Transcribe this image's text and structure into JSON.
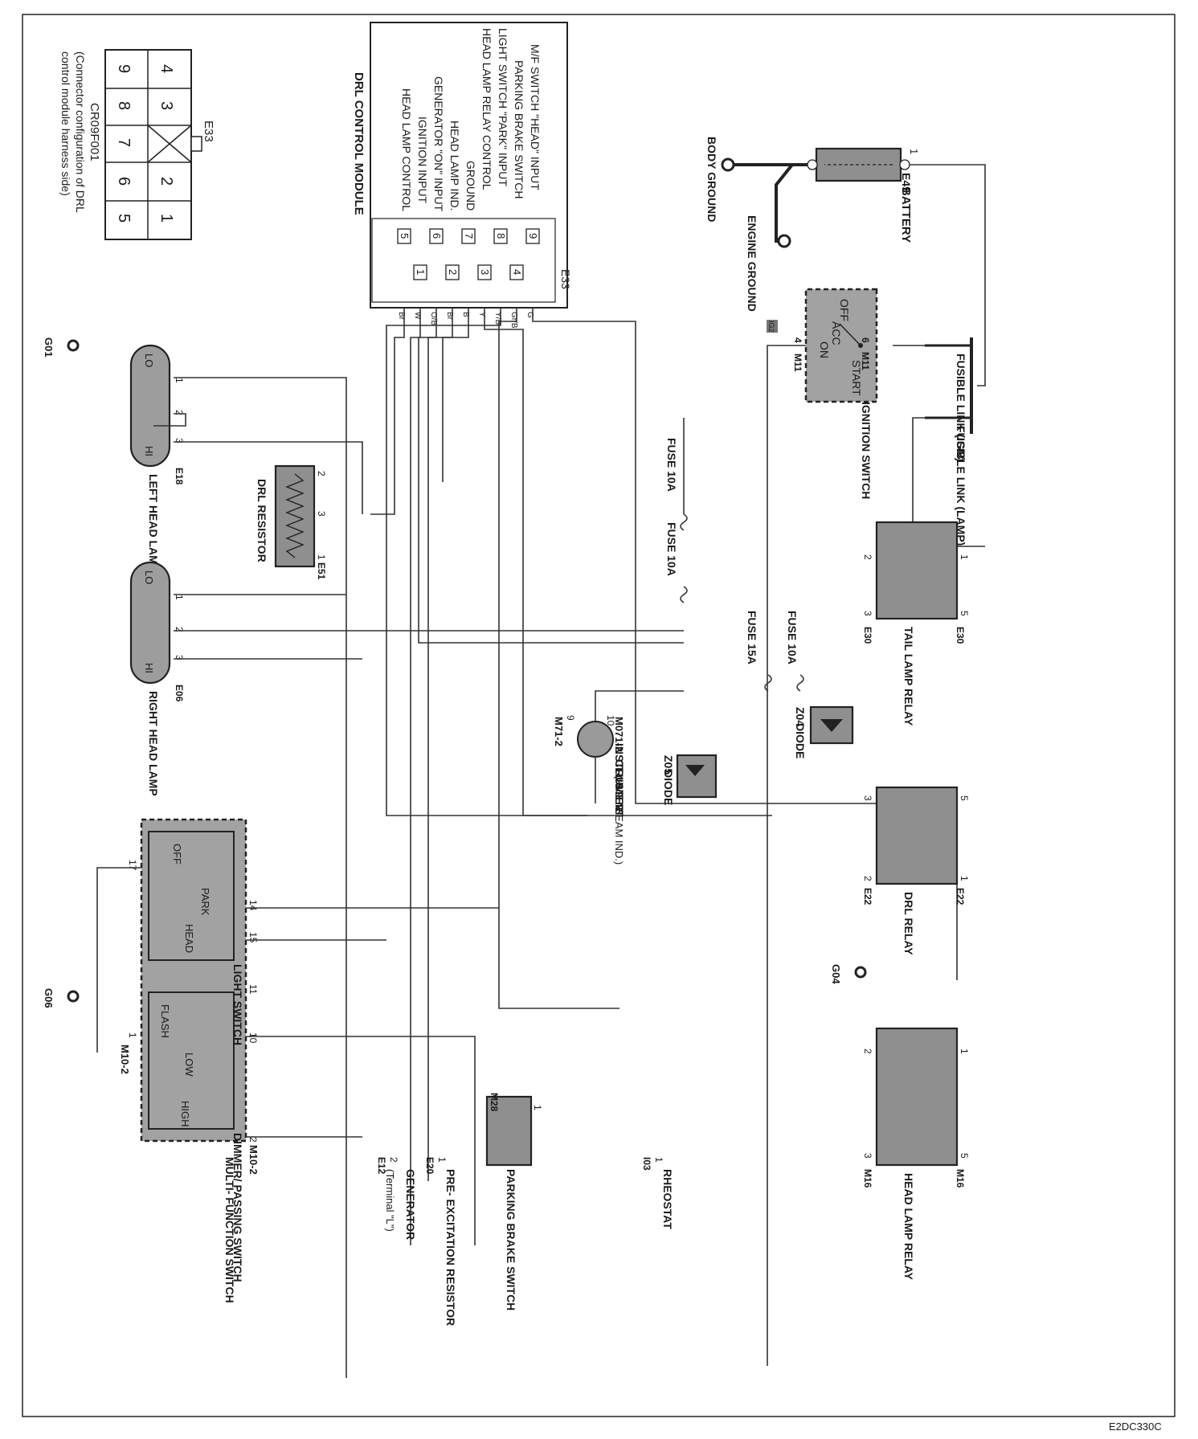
{
  "diagram": {
    "figure_code": "E2DC330C",
    "connector_view": {
      "id": "E33",
      "pins_row_a": [
        "4",
        "3",
        "",
        "2",
        "1"
      ],
      "pins_row_b": [
        "9",
        "8",
        "7",
        "6",
        "5"
      ],
      "part_no": "CR09F001",
      "note_1": "(Connector configuration of DRL",
      "note_2": "control module harness side)"
    },
    "drl_module": {
      "title": "DRL CONTROL MODULE",
      "connector": "E33",
      "inputs": [
        {
          "pin": "9",
          "label": "M/F SWITCH \"HEAD\" INPUT",
          "wire": "G"
        },
        {
          "pin": "4",
          "label": "PARKING BRAKE SWITCH",
          "wire": "Gr/B"
        },
        {
          "pin": "8",
          "label": "LIGHT SWITCH \"PARK\" INPUT",
          "wire": "Y/B"
        },
        {
          "pin": "3",
          "label": "HEAD LAMP RELAY CONTROL",
          "wire": "Y"
        },
        {
          "pin": "7",
          "label": "GROUND",
          "wire": "B"
        },
        {
          "pin": "2",
          "label": "HEAD LAMP IND.",
          "wire": "Br"
        },
        {
          "pin": "6",
          "label": "GENERATOR \"ON\" INPUT",
          "wire": "O/B"
        },
        {
          "pin": "1",
          "label": "IGNITION INPUT",
          "wire": "W"
        },
        {
          "pin": "5",
          "label": "HEAD LAMP CONTROL",
          "wire": "Br"
        }
      ]
    },
    "battery": {
      "label": "BATTERY",
      "connector": "E49",
      "pin": "1"
    },
    "grounds": {
      "body": "BODY GROUND",
      "engine": "ENGINE GROUND",
      "g01": "G01",
      "g04": "G04",
      "g06": "G06"
    },
    "fusible_links": {
      "ign": "FUSIBLE LINK (IGN)",
      "lamp": "FUSIBLE LINK (LAMP)"
    },
    "ignition_switch": {
      "label": "IGNITION SWITCH",
      "positions": [
        "OFF",
        "ACC",
        "ON",
        "START"
      ],
      "connector": "M11",
      "pin_in": "6",
      "pin_out": "4",
      "ig_tag": "IG2"
    },
    "fuses": [
      "FUSE 10A",
      "FUSE 10A",
      "FUSE 10A",
      "FUSE 15A"
    ],
    "drl_resistor": {
      "label": "DRL RESISTOR",
      "connector": "E51",
      "pins": [
        "2",
        "3",
        "1"
      ]
    },
    "left_head_lamp": {
      "label": "LEFT HEAD LAMP",
      "connector": "E18",
      "pins": [
        "1",
        "2",
        "3"
      ],
      "lo": "LO",
      "hi": "HI"
    },
    "right_head_lamp": {
      "label": "RIGHT HEAD LAMP",
      "connector": "E06",
      "pins": [
        "1",
        "2",
        "3"
      ],
      "lo": "LO",
      "hi": "HI"
    },
    "tail_lamp_relay": {
      "label": "TAIL LAMP RELAY",
      "connector": "E30",
      "pins": [
        "1",
        "2",
        "3",
        "5"
      ]
    },
    "drl_relay": {
      "label": "DRL RELAY",
      "connector": "E22",
      "pins": [
        "1",
        "2",
        "3",
        "5"
      ]
    },
    "head_lamp_relay": {
      "label": "HEAD LAMP RELAY",
      "connector": "M16",
      "pins": [
        "1",
        "2",
        "3",
        "5"
      ]
    },
    "diode_z04": {
      "label": "DIODE",
      "id": "Z04"
    },
    "diode_z05": {
      "label": "DIODE",
      "id": "Z05"
    },
    "instrument_cluster": {
      "label_1": "INSTRUMENT",
      "label_2": "CLUSTER",
      "label_3": "(HIGH BEAM IND.)",
      "connector_a": "M071-2",
      "connector_b": "M71-2",
      "pin_a": "10",
      "pin_b": "9"
    },
    "light_switch": {
      "label": "LIGHT SWITCH",
      "positions": [
        "OFF",
        "PARK",
        "HEAD"
      ],
      "pins": [
        "14",
        "15",
        "17"
      ]
    },
    "dimmer_switch": {
      "label": "DIMMER/ PASSING SWITCH",
      "positions": [
        "FLASH",
        "LOW",
        "HIGH"
      ],
      "pins": [
        "11",
        "10",
        "2",
        "1"
      ]
    },
    "multi_function": {
      "label": "MULTI- FUNCTION SWITCH",
      "connector": "M10-2"
    },
    "parking_brake": {
      "label": "PARKING BRAKE SWITCH",
      "connector": "M28",
      "pin": "1"
    },
    "generator": {
      "label": "GENERATOR",
      "terminal": "(Terminal \"L\")",
      "connector": "E12",
      "pin": "2"
    },
    "pre_excitation": {
      "label": "PRE- EXCITATION RESISTOR",
      "connector": "E20",
      "pin": "1"
    },
    "rheostat": {
      "label": "RHEOSTAT",
      "connector": "I03",
      "pin": "1"
    }
  }
}
